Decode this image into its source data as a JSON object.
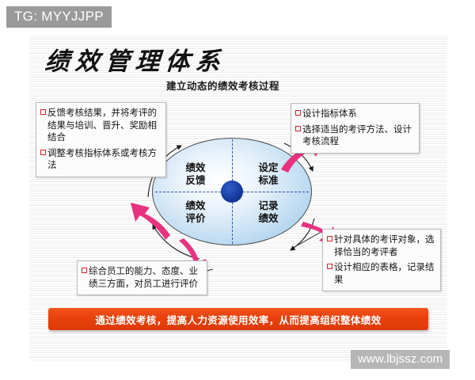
{
  "tag": {
    "label": "TG: MYYJJPP"
  },
  "watermark": {
    "label": "www.lbjssz.com"
  },
  "slide": {
    "title": "绩效管理体系",
    "subtitle": "建立动态的绩效考核过程"
  },
  "cycle": {
    "quadrants": [
      {
        "id": "top-left",
        "label": "绩效\n反馈"
      },
      {
        "id": "top-right",
        "label": "设定\n标准"
      },
      {
        "id": "bottom-left",
        "label": "绩效\n评价"
      },
      {
        "id": "bottom-right",
        "label": "记录\n绩效"
      }
    ],
    "hub_color": "#14399c",
    "fill_color": "#c5dff3",
    "divider_color": "#2750a8"
  },
  "callouts": {
    "top_left": {
      "items": [
        "反馈考核结果，并将考评的结果与培训、晋升、奖励相结合",
        "调整考核指标体系或考核方法"
      ]
    },
    "top_right": {
      "items": [
        "设计指标体系",
        "选择适当的考评方法、设计考核流程"
      ]
    },
    "bottom_right": {
      "items": [
        "针对具体的考评对象，选择恰当的考评者",
        "设计相应的表格，记录结果"
      ]
    },
    "bottom_left": {
      "items": [
        "综合员工的能力、态度、业绩三方面，对员工进行评价"
      ]
    }
  },
  "banner": {
    "text": "通过绩效考核，提高人力资源使用效率，从而提高组织整体绩效",
    "color": "#e8400c"
  },
  "arrows": {
    "accent_color": "#e8317f",
    "flow_color": "#1a1a1a"
  }
}
